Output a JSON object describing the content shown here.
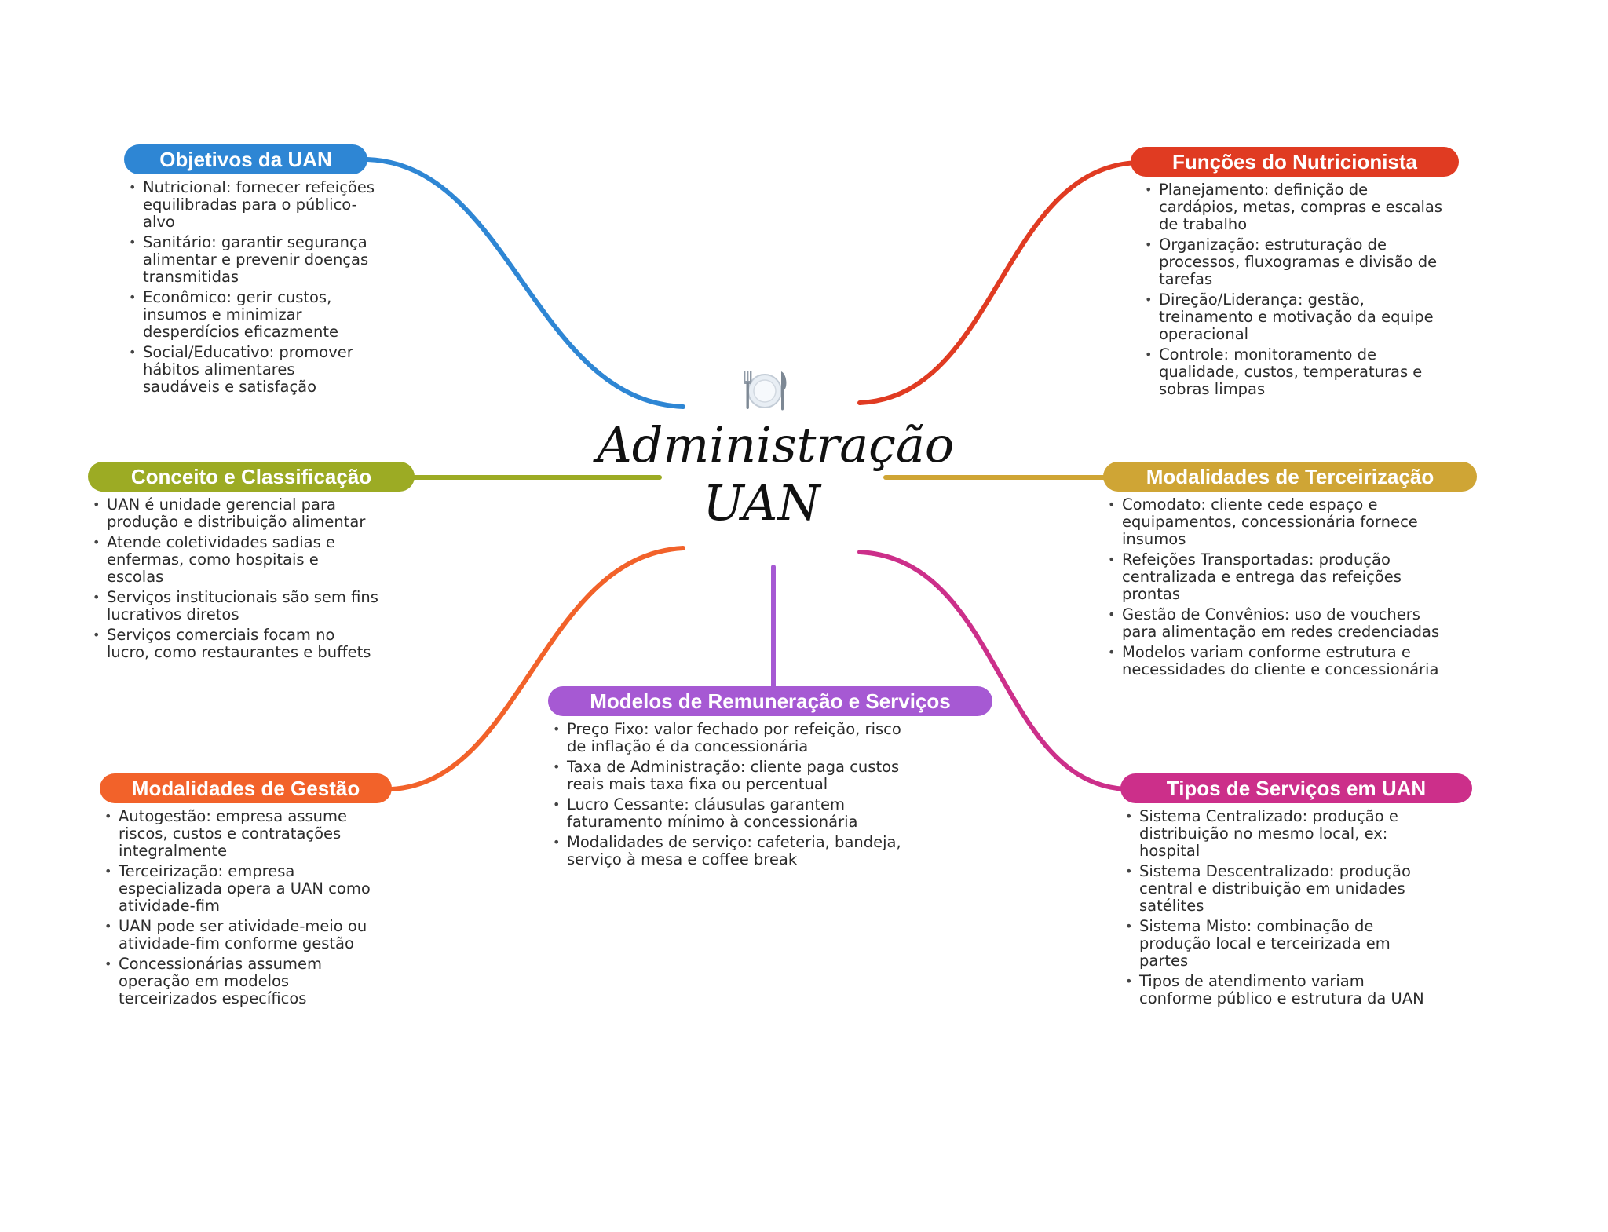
{
  "center": {
    "title_line1": "Administração",
    "title_line2": "UAN",
    "icon": "fork-plate-knife-icon"
  },
  "branches": [
    {
      "id": "objetivos",
      "title": "Objetivos da UAN",
      "color": "#2e86d4",
      "items": [
        "Nutricional: fornecer refeições equilibradas para o público-alvo",
        "Sanitário: garantir segurança alimentar e prevenir doenças transmitidas",
        "Econômico: gerir custos, insumos e minimizar desperdícios eficazmente",
        "Social/Educativo: promover hábitos alimentares saudáveis e satisfação"
      ]
    },
    {
      "id": "funcoes",
      "title": "Funções do Nutricionista",
      "color": "#e03b22",
      "items": [
        "Planejamento: definição de cardápios, metas, compras e escalas de trabalho",
        "Organização: estruturação de processos, fluxogramas e divisão de tarefas",
        "Direção/Liderança: gestão, treinamento e motivação da equipe operacional",
        "Controle: monitoramento de qualidade, custos, temperaturas e sobras limpas"
      ]
    },
    {
      "id": "conceito",
      "title": "Conceito e Classificação",
      "color": "#9cab24",
      "items": [
        "UAN é unidade gerencial para produção e distribuição alimentar",
        "Atende coletividades sadias e enfermas, como hospitais e escolas",
        "Serviços institucionais são sem fins lucrativos diretos",
        "Serviços comerciais focam no lucro, como restaurantes e buffets"
      ]
    },
    {
      "id": "terceirizacao",
      "title": "Modalidades de Terceirização",
      "color": "#cfa535",
      "items": [
        "Comodato: cliente cede espaço e equipamentos, concessionária fornece insumos",
        "Refeições Transportadas: produção centralizada e entrega das refeições prontas",
        "Gestão de Convênios: uso de vouchers para alimentação em redes credenciadas",
        "Modelos variam conforme estrutura e necessidades do cliente e concessionária"
      ]
    },
    {
      "id": "remuneracao",
      "title": "Modelos de Remuneração e Serviços",
      "color": "#a659d3",
      "items": [
        "Preço Fixo: valor fechado por refeição, risco de inflação é da concessionária",
        "Taxa de Administração: cliente paga custos reais mais taxa fixa ou percentual",
        "Lucro Cessante: cláusulas garantem faturamento mínimo à concessionária",
        "Modalidades de serviço: cafeteria, bandeja, serviço à mesa e coffee break"
      ]
    },
    {
      "id": "gestao",
      "title": "Modalidades de Gestão",
      "color": "#f2622a",
      "items": [
        "Autogestão: empresa assume riscos, custos e contratações integralmente",
        "Terceirização: empresa especializada opera a UAN como atividade-fim",
        "UAN pode ser atividade-meio ou atividade-fim conforme gestão",
        "Concessionárias assumem operação em modelos terceirizados específicos"
      ]
    },
    {
      "id": "servicos",
      "title": "Tipos de Serviços em UAN",
      "color": "#cc2f8a",
      "items": [
        "Sistema Centralizado: produção e distribuição no mesmo local, ex: hospital",
        "Sistema Descentralizado: produção central e distribuição em unidades satélites",
        "Sistema Misto: combinação de produção local e terceirizada em partes",
        "Tipos de atendimento variam conforme público e estrutura da UAN"
      ]
    }
  ]
}
